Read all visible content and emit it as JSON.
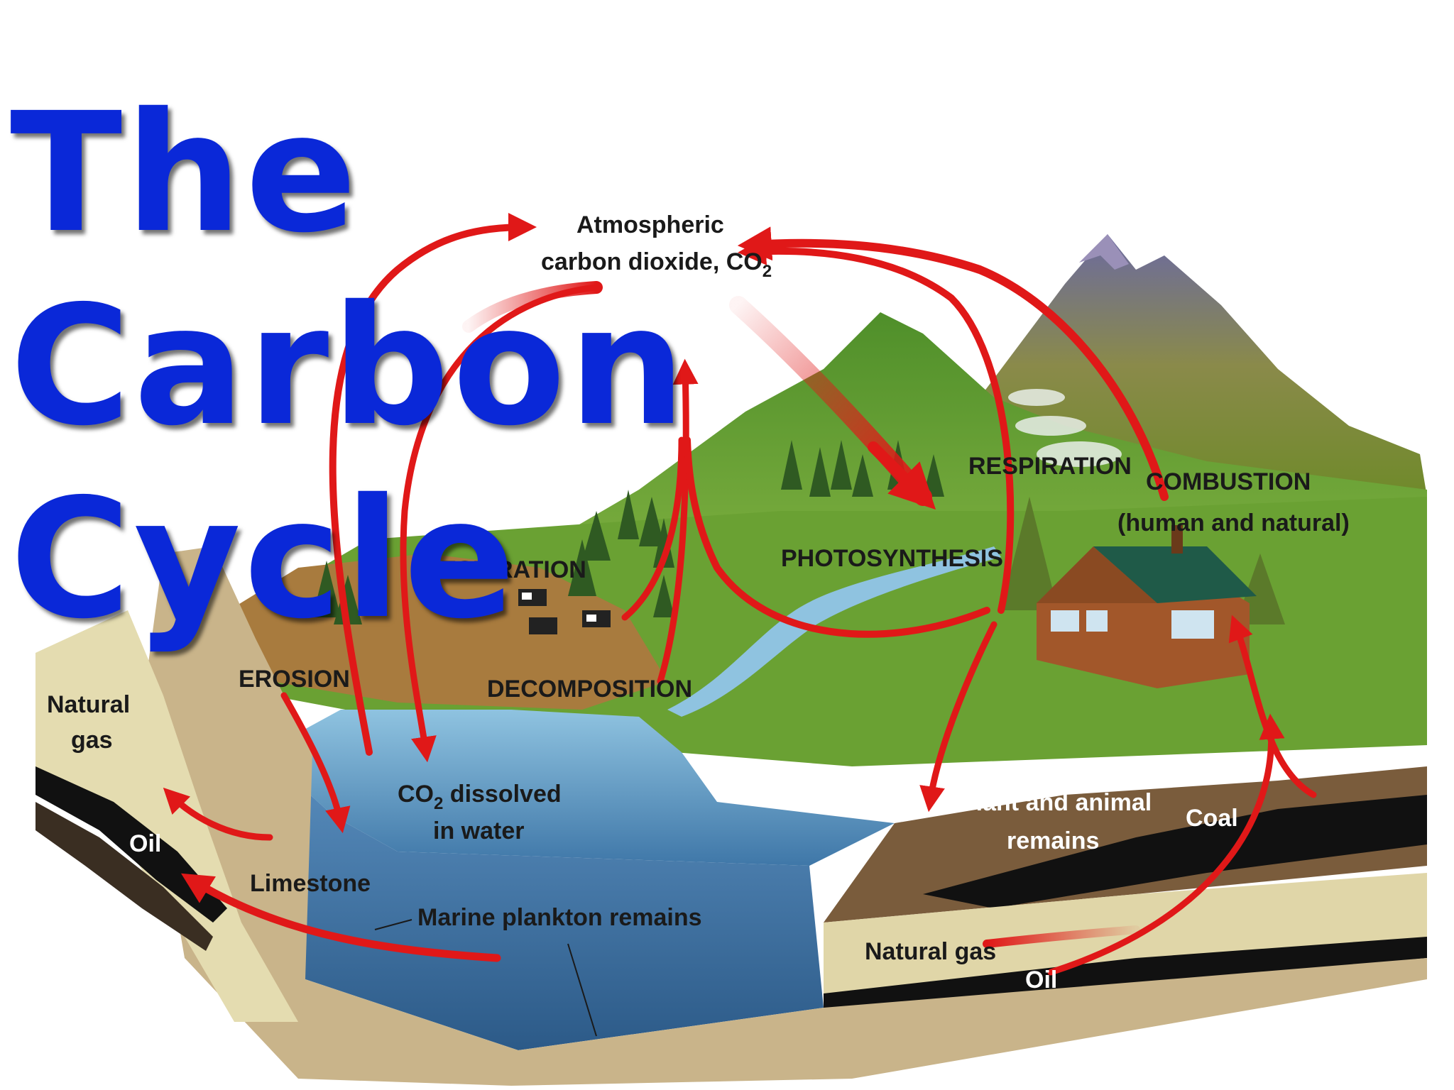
{
  "title": {
    "line1": "The",
    "line2": "Carbon",
    "line3": "Cycle"
  },
  "labels": {
    "atmos1": "Atmospheric",
    "atmos2": "carbon dioxide, CO",
    "atmos_sub": "2",
    "respiration_right": "RESPIRATION",
    "combustion": "COMBUSTION",
    "combustion_note": "(human and natural)",
    "photosynthesis": "PHOTOSYNTHESIS",
    "respiration_left": "RESPIRATION",
    "erosion": "EROSION",
    "decomposition": "DECOMPOSITION",
    "natural_gas_left_1": "Natural",
    "natural_gas_left_2": "gas",
    "co2_water_1": "CO",
    "co2_water_sub": "2",
    "co2_water_2": " dissolved",
    "co2_water_3": "in water",
    "oil_left": "Oil",
    "limestone": "Limestone",
    "marine": "Marine plankton remains",
    "plant_animal_1": "Plant and animal",
    "plant_animal_2": "remains",
    "coal": "Coal",
    "natural_gas_right": "Natural gas",
    "oil_right": "Oil"
  },
  "colors": {
    "title": "#0a28d8",
    "arrow": "#e01818",
    "water": "#6fa8cc",
    "grass": "#5f9a2c",
    "coal": "#111111"
  }
}
